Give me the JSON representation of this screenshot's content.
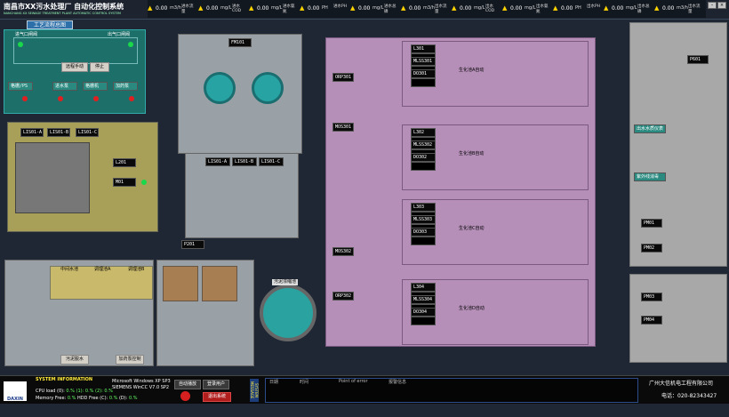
{
  "header": {
    "title": "南昌市XX污水处理厂 自动化控制系统",
    "subtitle": "NANCHANG XX SEWAGE TREATMENT PLANT AUTOMATIC CONTROL SYSTEM",
    "nav_label": "工艺流程总图",
    "meters": [
      {
        "label": "进水流量",
        "value": "0.00",
        "unit": "m3/h"
      },
      {
        "label": "进水COD",
        "value": "0.00",
        "unit": "mg/L"
      },
      {
        "label": "进水氨氮",
        "value": "0.00",
        "unit": "mg/L"
      },
      {
        "label": "进水PH",
        "value": "0.00",
        "unit": "PH"
      },
      {
        "label": "进水总磷",
        "value": "0.00",
        "unit": "mg/L"
      },
      {
        "label": "出水流量",
        "value": "0.00",
        "unit": "m3/h"
      },
      {
        "label": "出水COD",
        "value": "0.00",
        "unit": "mg/L"
      },
      {
        "label": "出水氨氮",
        "value": "0.00",
        "unit": "mg/L"
      },
      {
        "label": "出水PH",
        "value": "0.00",
        "unit": "PH"
      },
      {
        "label": "出水总磷",
        "value": "0.00",
        "unit": "mg/L"
      },
      {
        "label": "出水流量",
        "value": "0.00",
        "unit": "m3/h"
      }
    ]
  },
  "left_top": {
    "title1": "进气口闸阀",
    "title2": "出气口闸阀",
    "btn_remote": "远程手动",
    "btn_stop": "停止",
    "tag_a": "格栅/PS",
    "tag_b": "进水泵",
    "tag_c": "格栅机",
    "tag_d": "加药泵"
  },
  "grit": {
    "tags": [
      "LIS01-A",
      "LIS01-B",
      "LIS01-C",
      "L201",
      "M01"
    ]
  },
  "clar": {
    "tag_top": "FM101",
    "tags": [
      "LIS01-A",
      "LIS01-B",
      "LIS01-C"
    ]
  },
  "mid_tag": "P201",
  "bio": {
    "groups": [
      {
        "tags": [
          "L301",
          "MLSS301",
          "DO301"
        ],
        "name": "生化池A自动"
      },
      {
        "tags": [
          "L302",
          "MLSS302",
          "DO302"
        ],
        "name": "生化池B自动"
      },
      {
        "tags": [
          "L303",
          "MLSS303",
          "DO303"
        ],
        "name": "生化池C自动"
      },
      {
        "tags": [
          "L304",
          "MLSS304",
          "DO304"
        ],
        "name": "生化池D自动"
      }
    ],
    "left_tags": [
      "ORP301",
      "MOS301",
      "MOS302",
      "ORP302"
    ]
  },
  "right": {
    "tag1": "P601",
    "t1": "出水水质仪表",
    "t2": "紫外线消毒",
    "tags": [
      "PM01",
      "PM02",
      "PM03",
      "PM04"
    ]
  },
  "bottom_left": {
    "title": "中间水池",
    "t2": "调理池A",
    "t3": "调理池B",
    "b1": "污泥脱水",
    "b2": "加药泵控制"
  },
  "sludge": {
    "label": "污泥浓缩池"
  },
  "footer": {
    "logo": "DAXIN",
    "sys_title": "SYSTEM INFORMATION",
    "cpu_label": "CPU load (0):",
    "cpu_val": "0.% (1):",
    "cpu_val2": "0.% (2):",
    "cpu_val3": "0.%",
    "mem_label": "Memory Free:",
    "mem_val": "0.%",
    "hdd_label": "HDD Free (C):",
    "hdd_val": "0.%",
    "hdd_d": "(D):",
    "hdd_dval": "0.%",
    "os1": "Microsoft Windows XP SP3",
    "os2": "SIEMENS WinCC V7.0 SP2",
    "auto_btn": "自动播放",
    "login_btn": "登录用户",
    "exit_btn": "退出系统",
    "msg_label": "SYSTEM MESSAGE",
    "cols": [
      "日期",
      "时间",
      "Point of error",
      "报警信息"
    ],
    "company": "广州大信机电工程有限公司",
    "phone": "电话：020-82343427"
  }
}
